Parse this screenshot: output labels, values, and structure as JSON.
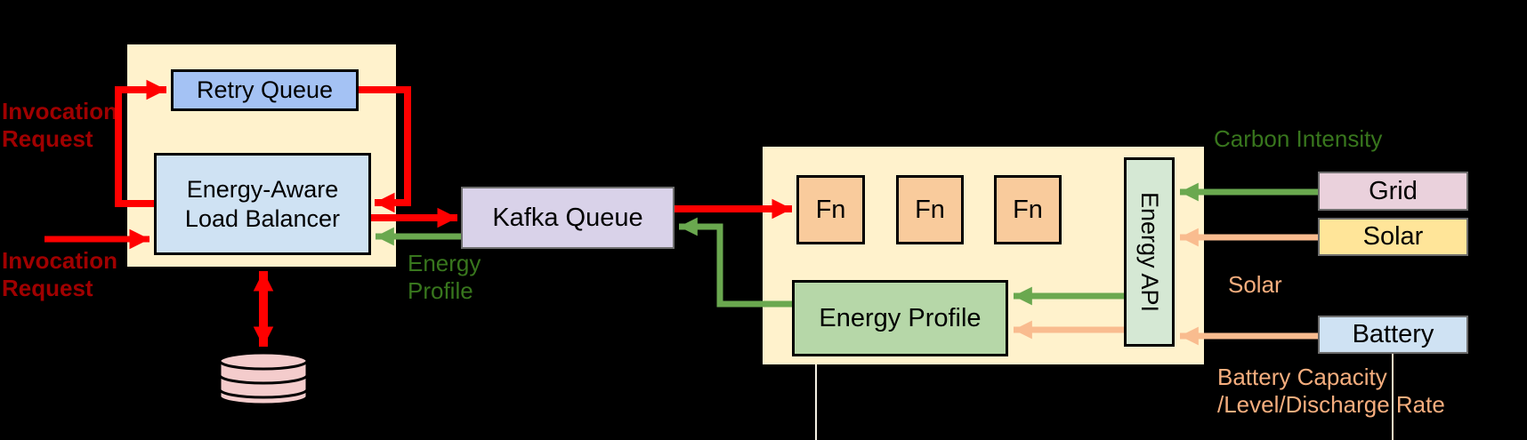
{
  "background": "#000000",
  "colors": {
    "container_fill": "#FFF2CC",
    "retry_queue_fill": "#A4C2F4",
    "load_balancer_fill": "#CFE2F3",
    "kafka_fill": "#D9D2E9",
    "fn_fill": "#F9CB9C",
    "energy_profile_fill": "#B6D7A8",
    "energy_api_fill": "#D5E8D4",
    "grid_fill": "#EAD1DC",
    "solar_fill": "#FFE599",
    "battery_fill": "#CFE2F3",
    "database_fill": "#F4CCCC",
    "red_arrow": "#FF0000",
    "dark_red_text": "#A00000",
    "green_arrow": "#6AA84F",
    "green_text": "#38761D",
    "orange_arrow": "#F9BC8F",
    "peach_text": "#F6AE7E"
  },
  "nodes": {
    "retry_queue": "Retry Queue",
    "load_balancer": [
      "Energy-Aware",
      "Load Balancer"
    ],
    "kafka_queue": "Kafka Queue",
    "functions": [
      "Fn",
      "Fn",
      "Fn"
    ],
    "energy_profile": "Energy Profile",
    "energy_api": "Energy API",
    "grid": "Grid",
    "solar": "Solar",
    "battery": "Battery"
  },
  "labels": {
    "invocation_request_top": [
      "Invocation",
      "Request"
    ],
    "invocation_request_left": [
      "Invocation",
      "Request"
    ],
    "energy_profile_flow": [
      "Energy",
      "Profile"
    ],
    "carbon_intensity": "Carbon Intensity",
    "solar_flow": "Solar",
    "battery_flow": [
      "Battery Capacity",
      "/Level/Discharge Rate"
    ]
  },
  "edges": [
    {
      "from": "load_balancer",
      "to": "retry_queue",
      "color": "red"
    },
    {
      "from": "retry_queue",
      "to": "load_balancer",
      "color": "red"
    },
    {
      "from": "external",
      "to": "load_balancer",
      "color": "red",
      "label": "Invocation Request"
    },
    {
      "from": "load_balancer",
      "to": "kafka_queue",
      "color": "red"
    },
    {
      "from": "kafka_queue",
      "to": "load_balancer",
      "color": "green",
      "label": "Energy Profile"
    },
    {
      "from": "kafka_queue",
      "to": "fn",
      "color": "red"
    },
    {
      "from": "energy_profile",
      "to": "kafka_queue",
      "color": "green"
    },
    {
      "from": "load_balancer",
      "to": "database",
      "color": "red",
      "bidirectional": true
    },
    {
      "from": "grid",
      "to": "energy_api",
      "color": "green",
      "label": "Carbon Intensity"
    },
    {
      "from": "solar",
      "to": "energy_api",
      "color": "orange",
      "label": "Solar"
    },
    {
      "from": "battery",
      "to": "energy_api",
      "color": "orange",
      "label": "Battery Capacity /Level/Discharge Rate"
    },
    {
      "from": "energy_api",
      "to": "energy_profile",
      "color": "green"
    },
    {
      "from": "energy_api",
      "to": "energy_profile",
      "color": "orange"
    }
  ]
}
